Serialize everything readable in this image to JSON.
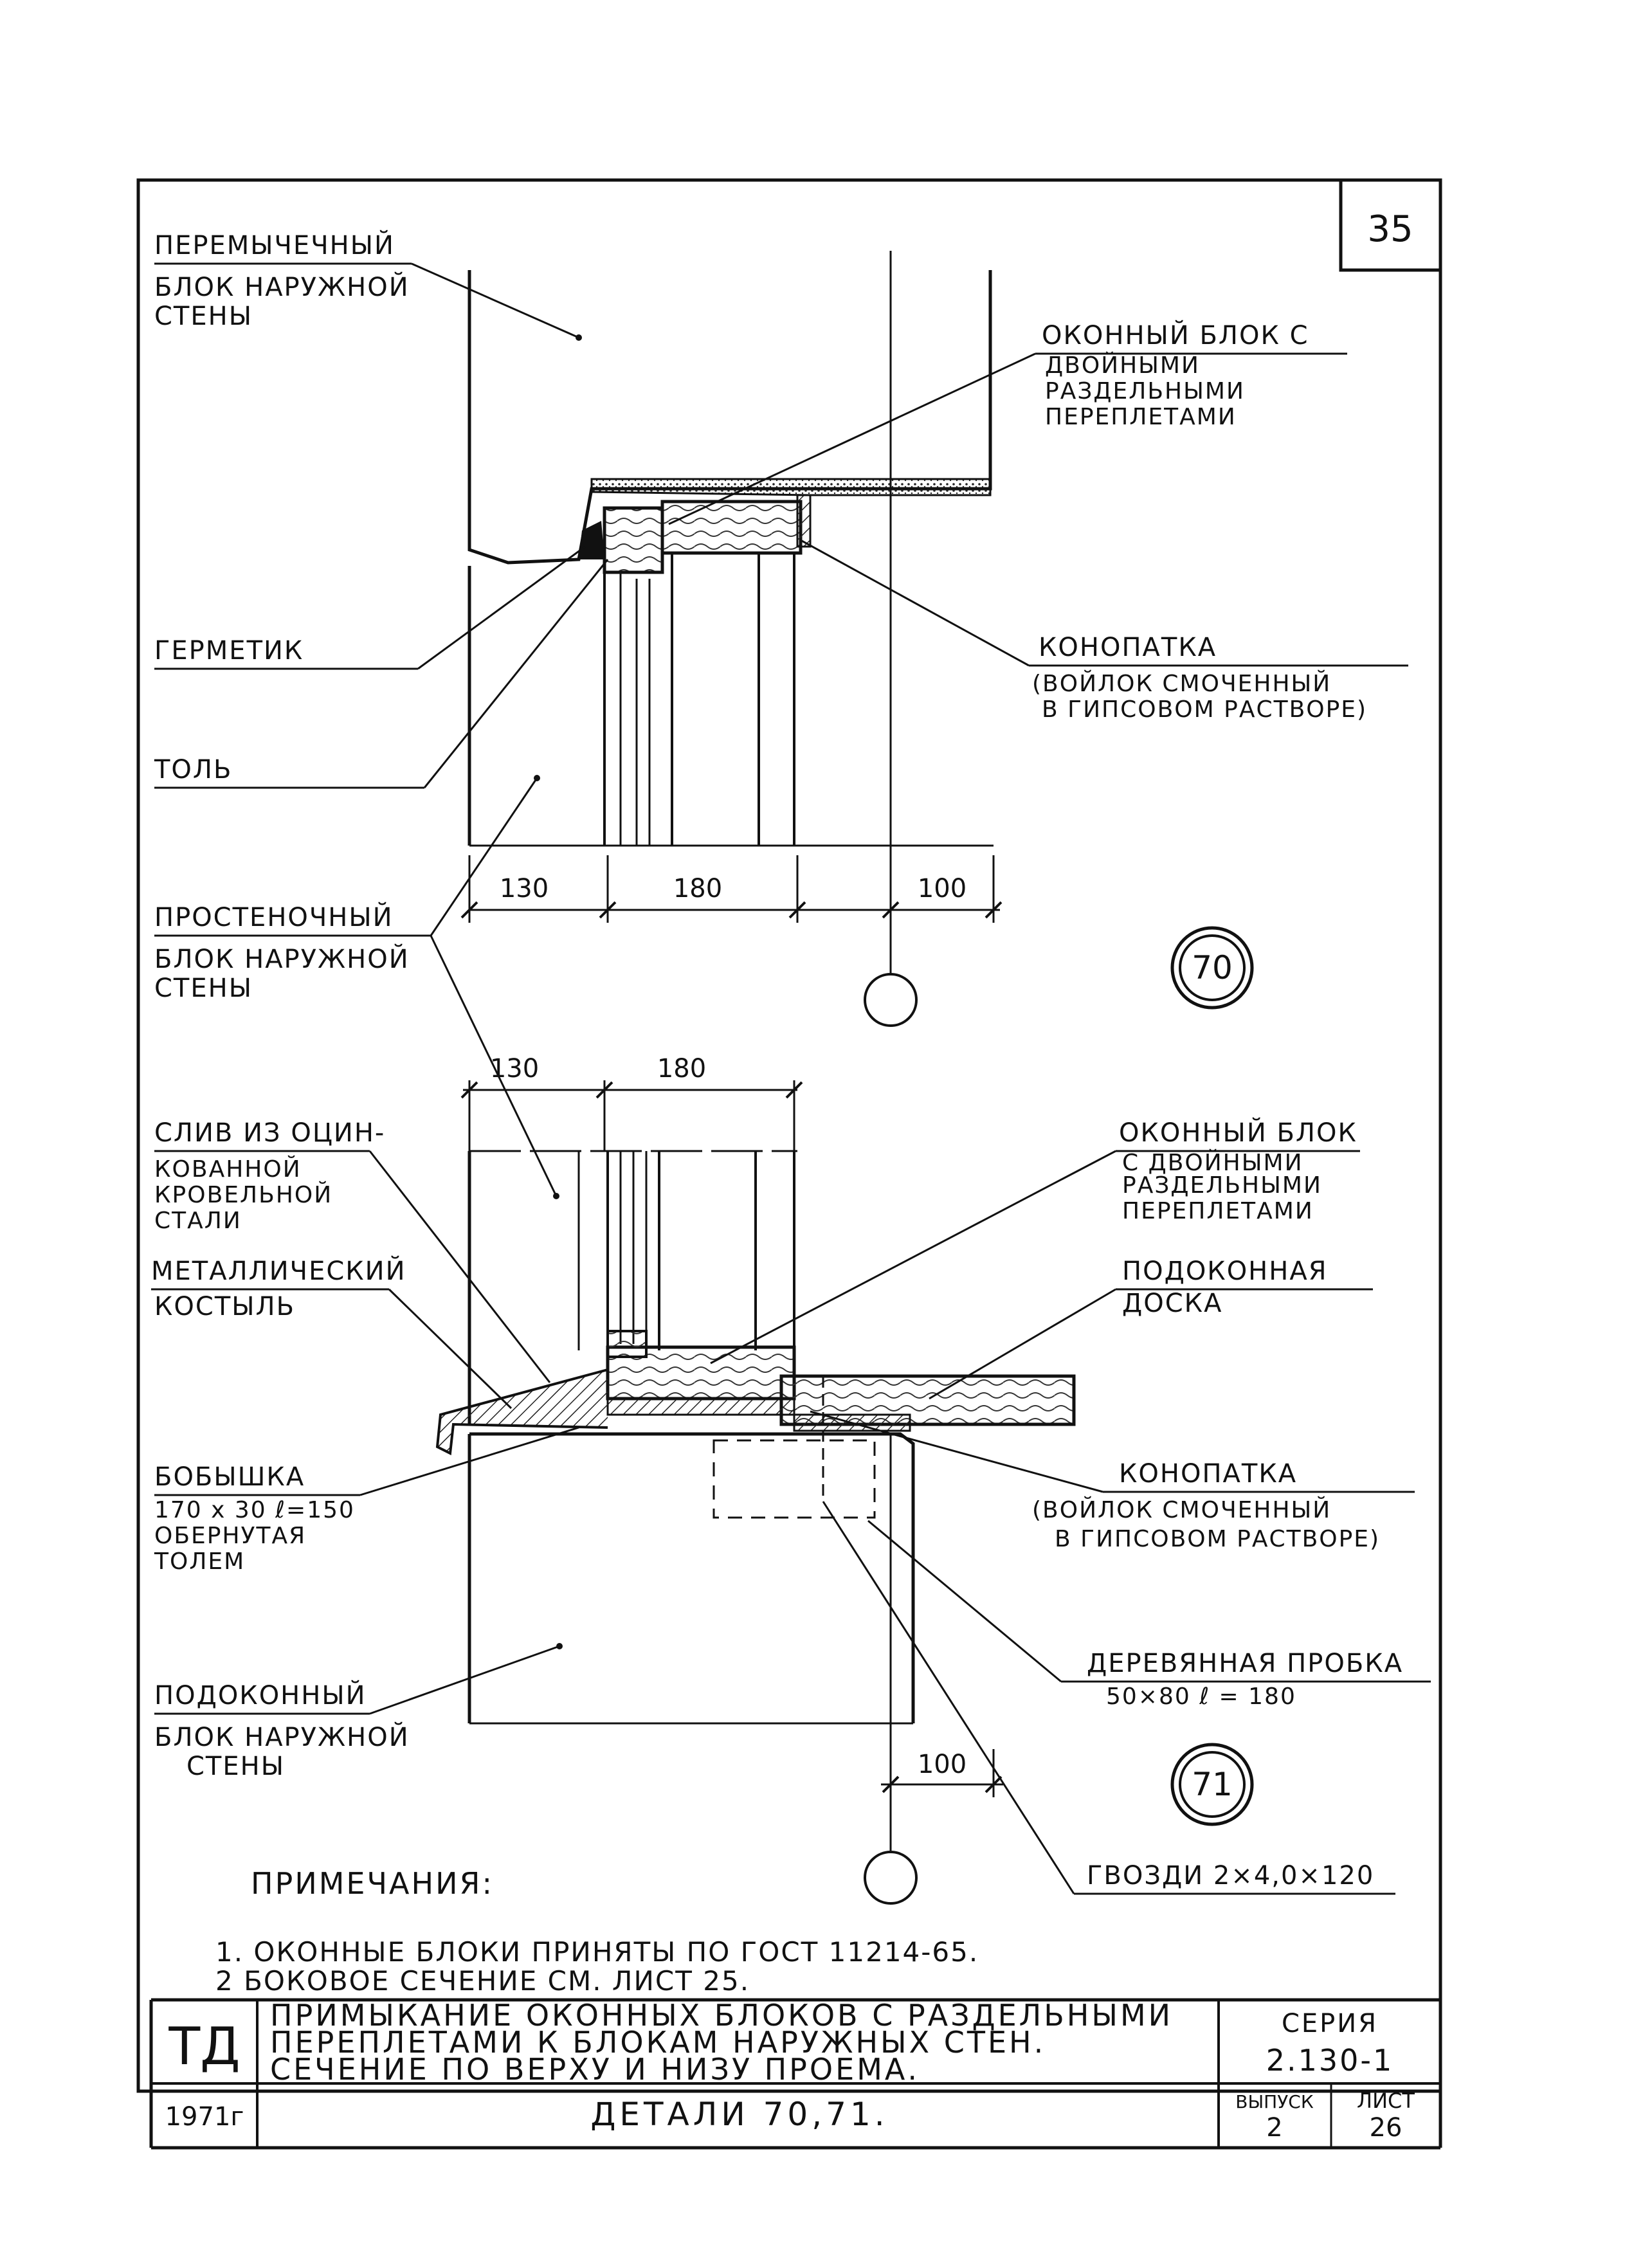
{
  "sheet_number": "35",
  "detail70": {
    "marker": "70",
    "labels": {
      "lintel_block_1": "ПЕРЕМЫЧЕЧНЫЙ",
      "lintel_block_2": "БЛОК НАРУЖНОЙ",
      "lintel_block_3": "СТЕНЫ",
      "window_1": "ОКОННЫЙ БЛОК С",
      "window_2": "ДВОЙНЫМИ",
      "window_3": "РАЗДЕЛЬНЫМИ",
      "window_4": "ПЕРЕПЛЕТАМИ",
      "sealant": "ГЕРМЕТИК",
      "caulk_1": "КОНОПАТКА",
      "caulk_2": "(ВОЙЛОК СМОЧЕННЫЙ",
      "caulk_3": "В ГИПСОВОМ РАСТВОРЕ)",
      "tol": "ТОЛЬ",
      "pier_1": "ПРОСТЕНОЧНЫЙ",
      "pier_2": "БЛОК НАРУЖНОЙ",
      "pier_3": "СТЕНЫ"
    },
    "dims": {
      "d1": "130",
      "d2": "180",
      "d3": "100"
    }
  },
  "detail71": {
    "marker": "71",
    "labels": {
      "drip_1": "СЛИВ ИЗ ОЦИН-",
      "drip_2": "КОВАННОЙ",
      "drip_3": "КРОВЕЛЬНОЙ",
      "drip_4": "СТАЛИ",
      "window_1": "ОКОННЫЙ БЛОК",
      "window_2": "С ДВОЙНЫМИ",
      "window_3": "РАЗДЕЛЬНЫМИ",
      "window_4": "ПЕРЕПЛЕТАМИ",
      "crutch_1": "МЕТАЛЛИЧЕСКИЙ",
      "crutch_2": "КОСТЫЛЬ",
      "sill_board_1": "ПОДОКОННАЯ",
      "sill_board_2": "ДОСКА",
      "boss_1": "БОБЫШКА",
      "boss_2": "170 х 30  ℓ=150",
      "boss_3": "ОБЕРНУТАЯ",
      "boss_4": "ТОЛЕМ",
      "caulk_1": "КОНОПАТКА",
      "caulk_2": "(ВОЙЛОК СМОЧЕННЫЙ",
      "caulk_3": "В ГИПСОВОМ РАСТВОРЕ)",
      "plug_1": "ДЕРЕВЯННАЯ ПРОБКА",
      "plug_2": "50×80   ℓ = 180",
      "sill_block_1": "ПОДОКОННЫЙ",
      "sill_block_2": "БЛОК НАРУЖНОЙ",
      "sill_block_3": "СТЕНЫ",
      "nails": "ГВОЗДИ  2×4,0×120"
    },
    "dims": {
      "d1": "130",
      "d2": "180",
      "d3": "100"
    }
  },
  "notes": {
    "heading": "ПРИМЕЧАНИЯ:",
    "n1": "1. ОКОННЫЕ БЛОКИ ПРИНЯТЫ ПО ГОСТ  11214-65.",
    "n2": "2  БОКОВОЕ СЕЧЕНИЕ  СМ.  ЛИСТ  25."
  },
  "title_block": {
    "org": "ТД",
    "year": "1971г",
    "title_1": "ПРИМЫКАНИЕ ОКОННЫХ БЛОКОВ С РАЗДЕЛЬНЫМИ",
    "title_2": "ПЕРЕПЛЕТАМИ К БЛОКАМ НАРУЖНЫХ СТЕН.",
    "title_3": "СЕЧЕНИЕ  ПО  ВЕРХУ   И  НИЗУ  ПРОЕМА.",
    "details": "ДЕТАЛИ  70,71.",
    "series_label": "СЕРИЯ",
    "series_value": "2.130-1",
    "issue_label": "ВЫПУСК",
    "issue_value": "2",
    "sheet_label": "ЛИСТ",
    "sheet_value": "26"
  }
}
